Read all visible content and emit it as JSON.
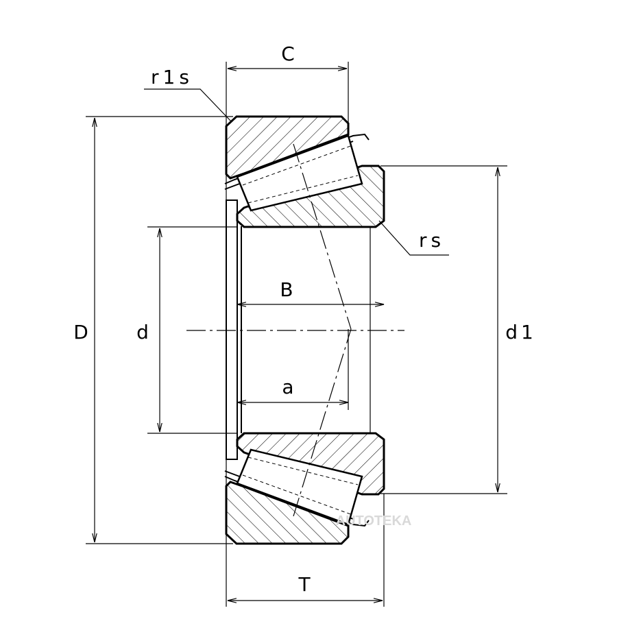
{
  "labels": {
    "C": "C",
    "r1s": "r1s",
    "rs": "rs",
    "D": "D",
    "d": "d",
    "d1": "d1",
    "B": "B",
    "a": "a",
    "T": "T"
  },
  "watermark": "AUTOTEKA",
  "colors": {
    "line": "#000000",
    "background": "#ffffff",
    "watermark": "#d9d9d9"
  }
}
